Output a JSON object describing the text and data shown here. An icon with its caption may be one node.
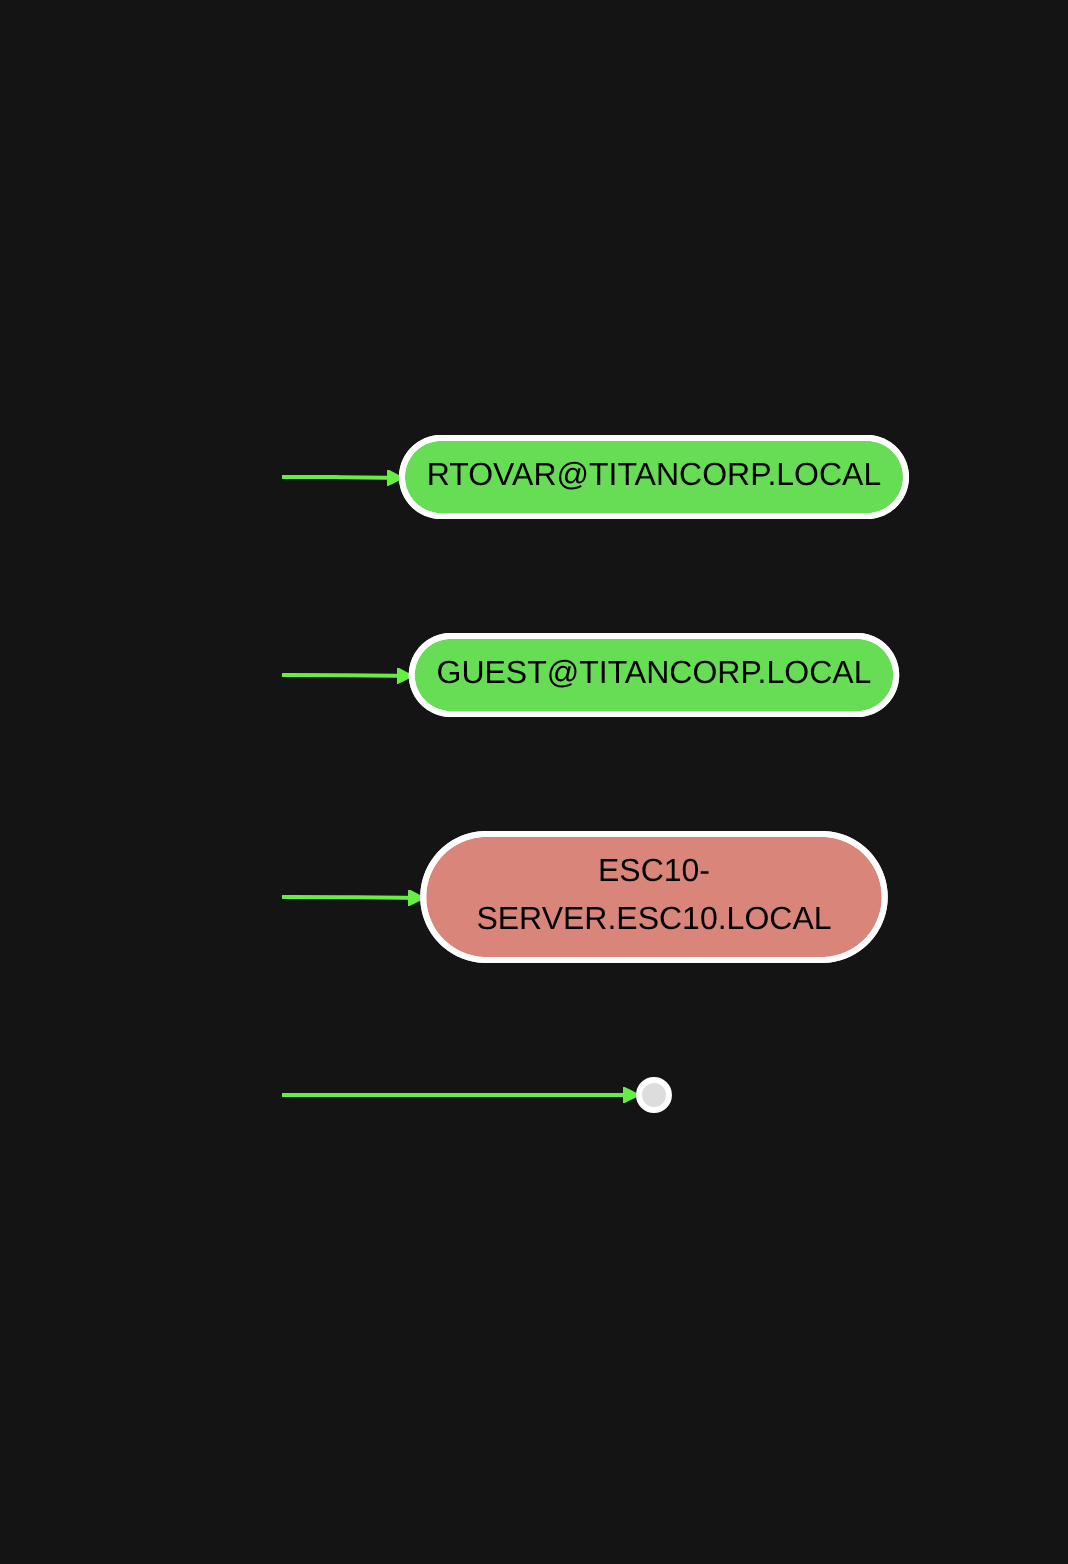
{
  "diagram": {
    "nodes": [
      {
        "text": [
          "RTOVAR@TITANCORP.LOCAL"
        ]
      },
      {
        "text": [
          "GUEST@TITANCORP.LOCAL"
        ]
      },
      {
        "text": [
          "ESC10-SERVER.ESC10.LOCAL"
        ]
      },
      {
        "text": [],
        "shape": "circle"
      }
    ],
    "edges": [
      {
        "from": null,
        "to": 0,
        "arrow": "to"
      },
      {
        "from": null,
        "to": 1,
        "arrow": "to"
      },
      {
        "from": null,
        "to": 2,
        "arrow": "to"
      },
      {
        "from": null,
        "to": 3,
        "arrow": "to"
      }
    ]
  }
}
